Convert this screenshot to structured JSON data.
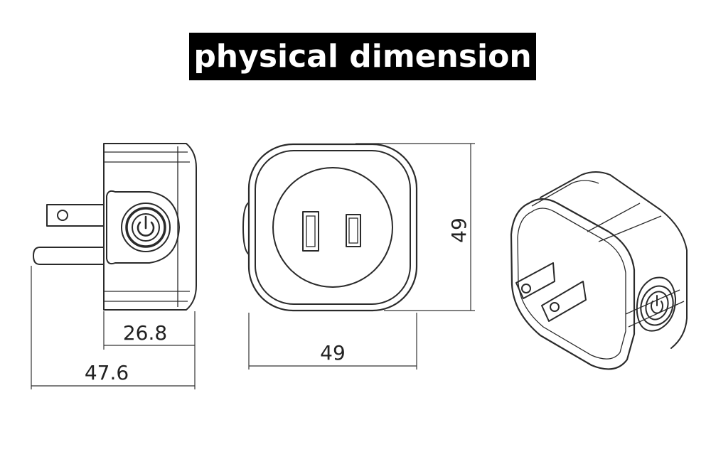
{
  "title": "physical dimension",
  "dimensions": {
    "side_body_width": "26.8",
    "side_total_width": "47.6",
    "front_width": "49",
    "front_height": "49"
  }
}
